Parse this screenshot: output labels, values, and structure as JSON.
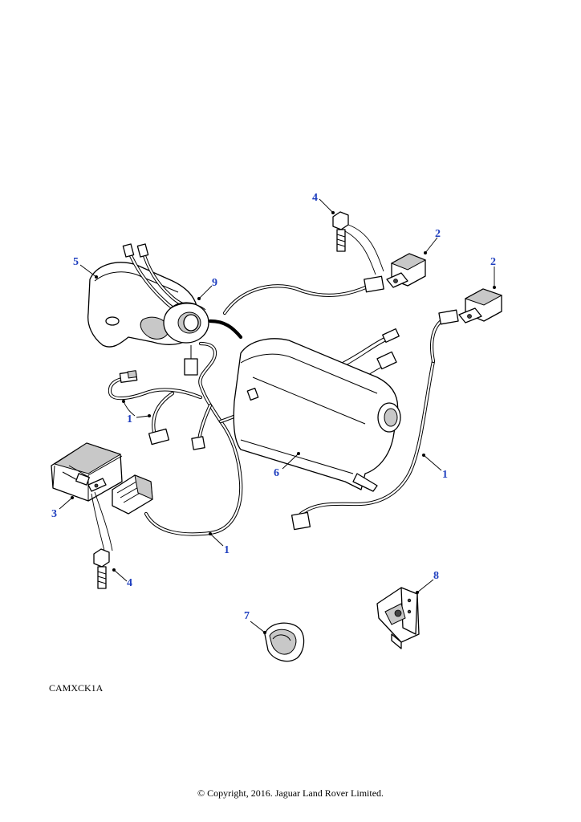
{
  "callouts": {
    "c1a": "1",
    "c1b": "1",
    "c1c": "1",
    "c2a": "2",
    "c2b": "2",
    "c3": "3",
    "c4a": "4",
    "c4b": "4",
    "c5": "5",
    "c6": "6",
    "c7": "7",
    "c8": "8",
    "c9": "9"
  },
  "reference_code": "CAMXCK1A",
  "copyright": "© Copyright, 2016. Jaguar Land Rover Limited.",
  "colors": {
    "callout": "#1f3fbf",
    "line": "#000000",
    "background": "#ffffff"
  }
}
